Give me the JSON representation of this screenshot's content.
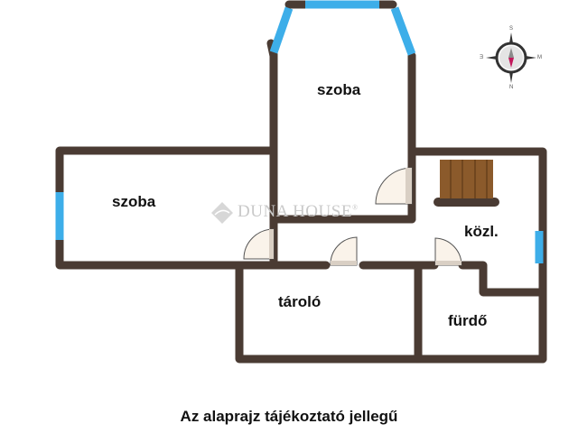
{
  "floorplan": {
    "rooms": [
      {
        "id": "room-top",
        "label": "szoba"
      },
      {
        "id": "room-left",
        "label": "szoba"
      },
      {
        "id": "hallway",
        "label": "közl."
      },
      {
        "id": "storage",
        "label": "tároló"
      },
      {
        "id": "bathroom",
        "label": "fürdő"
      }
    ],
    "caption": "Az alaprajz tájékoztató jellegű",
    "watermark": "DUNA HOUSE",
    "watermark_mark": "®",
    "compass": {
      "top": "S",
      "bottom": "N",
      "left": "Ǝ",
      "right": "M"
    },
    "colors": {
      "wall": "#4a3b33",
      "window": "#3daee9",
      "stairs": "#8b5a2b",
      "door_fill": "#faf3ea",
      "compass_needle": "#c2185b"
    }
  }
}
